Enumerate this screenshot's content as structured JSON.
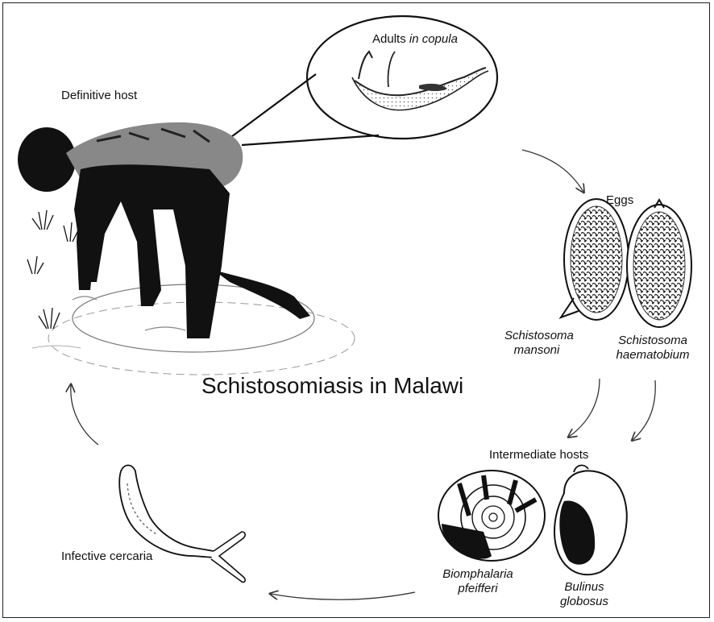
{
  "title": "Schistosomiasis in Malawi",
  "labels": {
    "adults": {
      "prefix": "Adults",
      "italic": "in copula"
    },
    "definitive_host": "Definitive host",
    "eggs": "Eggs",
    "egg_mansoni": {
      "line1": "Schistosoma",
      "line2": "mansoni"
    },
    "egg_haematobium": {
      "line1": "Schistosoma",
      "line2": "haematobium"
    },
    "intermediate_hosts": "Intermediate hosts",
    "snail_biomphalaria": {
      "line1": "Biomphalaria",
      "line2": "pfeifferi"
    },
    "snail_bulinus": {
      "line1": "Bulinus",
      "line2": "globosus"
    },
    "cercaria": "Infective cercaria"
  }
}
